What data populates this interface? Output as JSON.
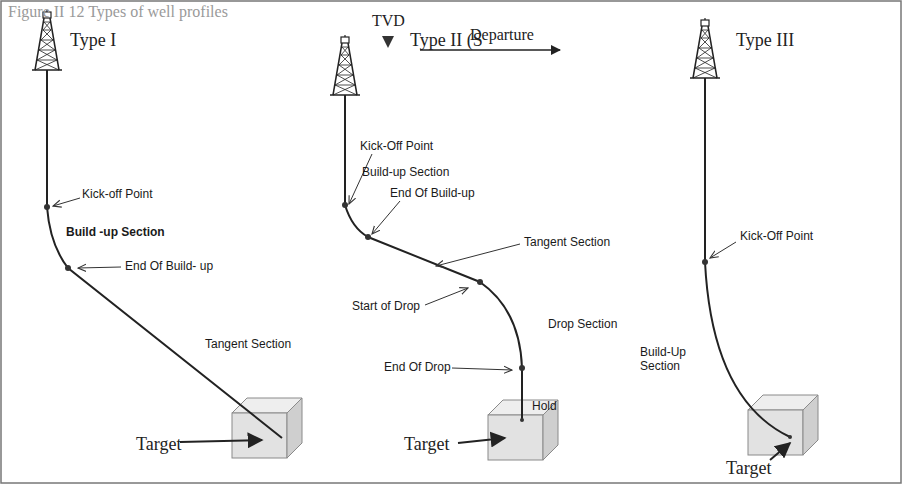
{
  "diagram": {
    "title": "Figure II 12  Types of well profiles",
    "labels": [
      "TVD",
      "Departure",
      "Type I",
      "Kick-off Point",
      "Build -up Section",
      "End Of Build- up",
      "Tangent Section",
      "Target",
      "Type II (S",
      "Kick-Off Point",
      "Build-up Section",
      "End Of Build-up",
      "Tangent Section",
      "Start of Drop",
      "Drop Section",
      "End Of Drop",
      "Hold",
      "Target",
      "Type III",
      "Kick-Off Point",
      "Build-Up Section",
      "Target"
    ]
  }
}
